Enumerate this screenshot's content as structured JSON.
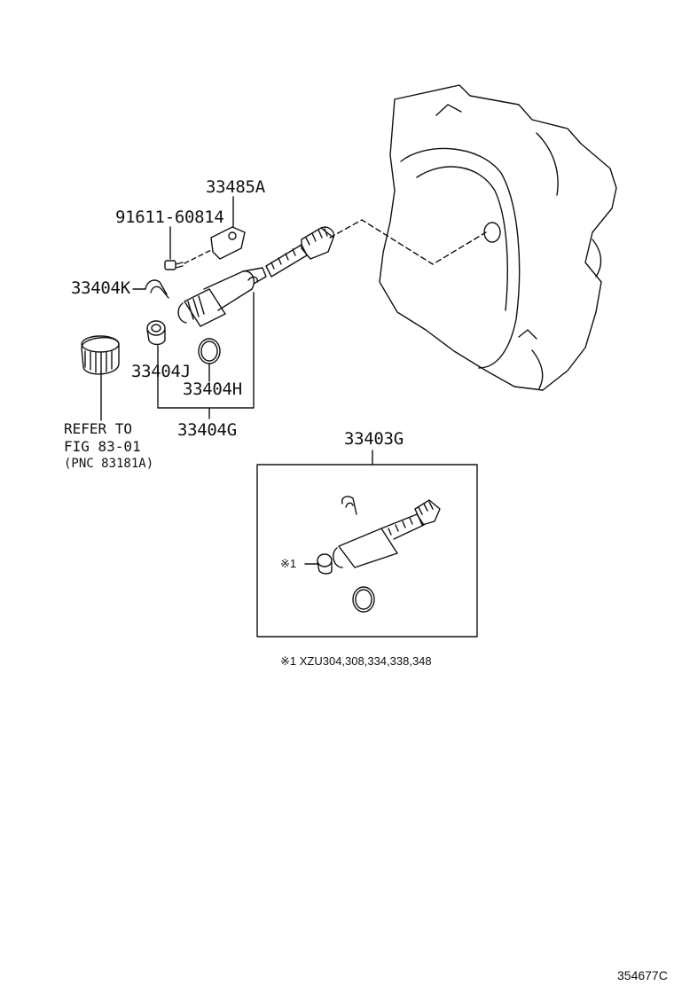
{
  "callouts": {
    "p33485A": "33485A",
    "p91611": "91611-60814",
    "p33404K": "33404K",
    "p33404J": "33404J",
    "p33404H": "33404H",
    "p33404G": "33404G",
    "p33403G": "33403G"
  },
  "refer": {
    "line1": "REFER TO",
    "line2": "FIG 83-01",
    "line3": "(PNC 83181A)"
  },
  "kit": {
    "mark_label": "※1"
  },
  "footnote": "※1 XZU304,308,334,338,348",
  "figure_code": "354677C"
}
